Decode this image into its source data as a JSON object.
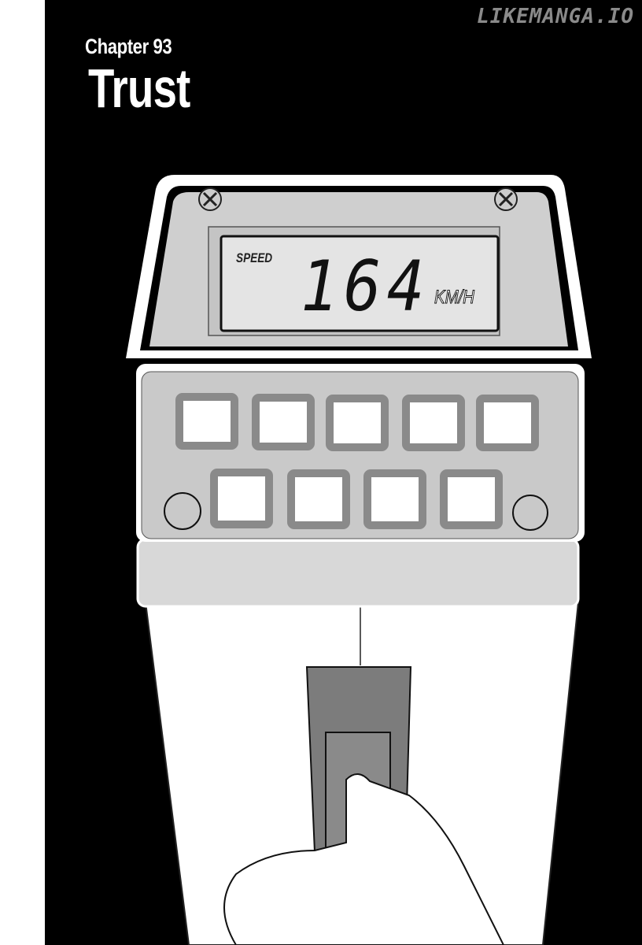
{
  "watermark": "LIKEMANGA.IO",
  "chapter": {
    "label": "Chapter 93",
    "title": "Trust"
  },
  "speed_gun": {
    "label": "SPEED",
    "value": "164",
    "unit": "KM/H"
  }
}
